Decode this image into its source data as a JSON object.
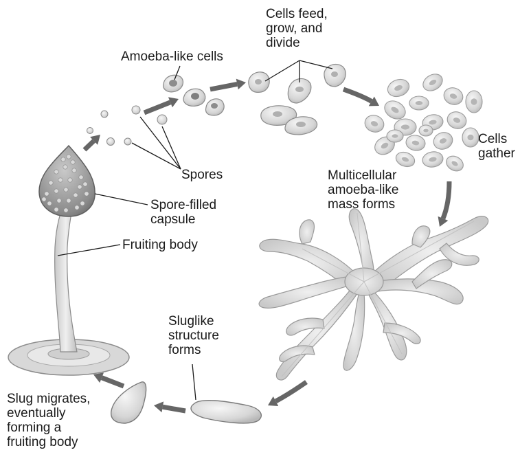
{
  "labels": {
    "cells_feed": "Cells feed,\ngrow, and\ndivide",
    "amoeba_cells": "Amoeba-like cells",
    "spores": "Spores",
    "capsule": "Spore-filled\ncapsule",
    "fruiting_body": "Fruiting body",
    "cells_gather": "Cells\ngather",
    "mass_forms": "Multicellular\namoeba-like\nmass forms",
    "sluglike": "Sluglike\nstructure\nforms",
    "slug_migrates": "Slug migrates,\neventually\nforming a\nfruiting body"
  },
  "colors": {
    "arrow": "#666666",
    "cell_fill": "#dcdcdc",
    "cell_stroke": "#9a9a9a",
    "nucleus": "#b5b5b5",
    "leader": "#1a1a1a"
  }
}
